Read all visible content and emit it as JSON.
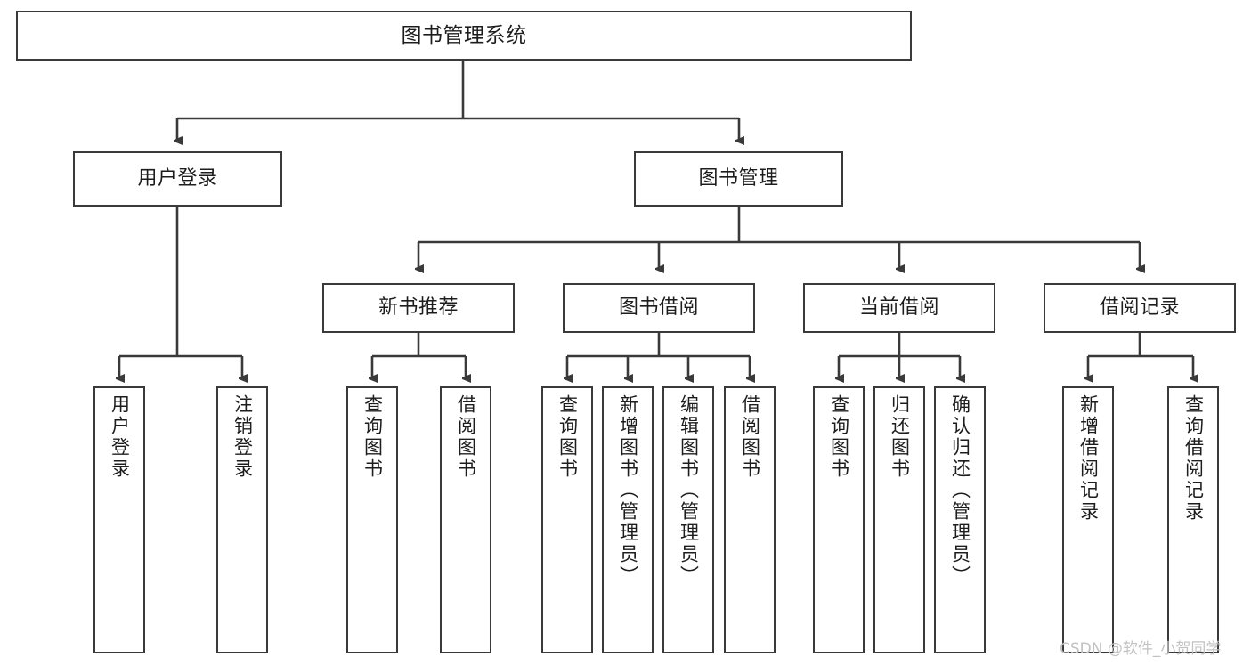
{
  "diagram": {
    "title": "图书管理系统",
    "type": "hierarchy-tree",
    "background_color": "#ffffff",
    "box_border_color": "#3a3a3a",
    "text_color": "#1d1d1d",
    "levels": 4
  },
  "nodes": {
    "root": {
      "label": "图书管理系统",
      "level": 1
    },
    "level2": [
      {
        "label": "用户登录",
        "level": 2
      },
      {
        "label": "图书管理",
        "level": 2
      }
    ],
    "level3": [
      {
        "label": "新书推荐",
        "level": 3
      },
      {
        "label": "图书借阅",
        "level": 3
      },
      {
        "label": "当前借阅",
        "level": 3
      },
      {
        "label": "借阅记录",
        "level": 3
      }
    ],
    "leaves": {
      "user_login": [
        {
          "label": "用户登录"
        },
        {
          "label": "注销登录"
        }
      ],
      "new_book_recommend": [
        {
          "label": "查询图书"
        },
        {
          "label": "借阅图书"
        }
      ],
      "book_borrow": [
        {
          "label": "查询图书"
        },
        {
          "label": "新增图书（管理员）"
        },
        {
          "label": "编辑图书（管理员）"
        },
        {
          "label": "借阅图书"
        }
      ],
      "current_borrow": [
        {
          "label": "查询图书"
        },
        {
          "label": "归还图书"
        },
        {
          "label": "确认归还（管理员）"
        }
      ],
      "borrow_record": [
        {
          "label": "新增借阅记录"
        },
        {
          "label": "查询借阅记录"
        }
      ]
    }
  },
  "watermark": {
    "text": "CSDN @软件_小贺同学",
    "color": "#c2c2c2"
  }
}
